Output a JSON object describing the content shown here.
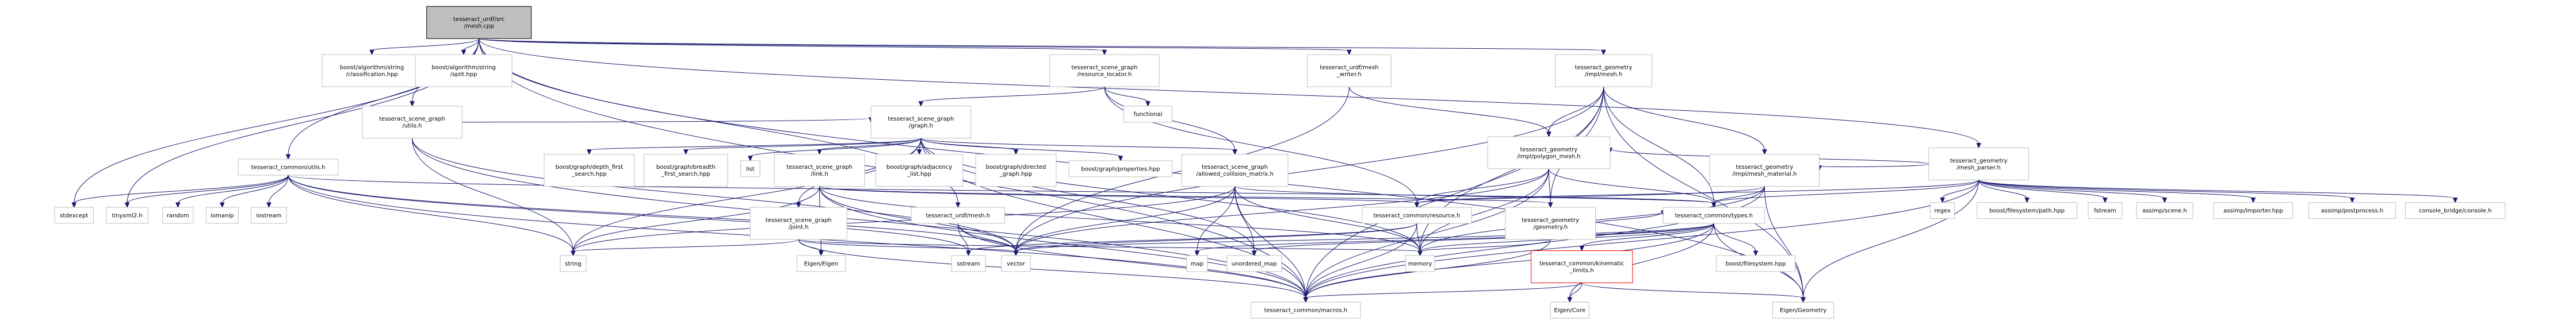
{
  "colors": {
    "edge": "#191970",
    "node_border": "#bfbfbf",
    "node_fill": "#ffffff",
    "root_fill": "#bfbfbf",
    "root_border": "#000000",
    "highlight_border": "#ff0000"
  },
  "graph": {
    "nodes": [
      {
        "id": "n0",
        "name": "node-mesh-cpp",
        "lines": [
          "tesseract_urdf/src",
          "/mesh.cpp"
        ],
        "style": "root"
      },
      {
        "id": "n1",
        "name": "node-classification-hpp",
        "lines": [
          "boost/algorithm/string",
          "/classification.hpp"
        ],
        "style": "plain"
      },
      {
        "id": "n2",
        "name": "node-split-hpp",
        "lines": [
          "boost/algorithm/string",
          "/split.hpp"
        ],
        "style": "plain"
      },
      {
        "id": "n3",
        "name": "node-resource-locator-h",
        "lines": [
          "tesseract_scene_graph",
          "/resource_locator.h"
        ],
        "style": "plain"
      },
      {
        "id": "n4",
        "name": "node-urdf-mesh-writer-h",
        "lines": [
          "tesseract_urdf/mesh",
          "_writer.h"
        ],
        "style": "plain"
      },
      {
        "id": "n5",
        "name": "node-geometry-mesh-h",
        "lines": [
          "tesseract_geometry",
          "/impl/mesh.h"
        ],
        "style": "plain"
      },
      {
        "id": "n6",
        "name": "node-scene-graph-utils-h",
        "lines": [
          "tesseract_scene_graph",
          "/utils.h"
        ],
        "style": "plain"
      },
      {
        "id": "n7",
        "name": "node-functional",
        "lines": [
          "functional"
        ],
        "style": "plain"
      },
      {
        "id": "n8",
        "name": "node-scene-graph-graph-h",
        "lines": [
          "tesseract_scene_graph",
          "/graph.h"
        ],
        "style": "plain"
      },
      {
        "id": "n9",
        "name": "node-polygon-mesh-h",
        "lines": [
          "tesseract_geometry",
          "/impl/polygon_mesh.h"
        ],
        "style": "plain"
      },
      {
        "id": "n10",
        "name": "node-mesh-parser-h",
        "lines": [
          "tesseract_geometry",
          "/mesh_parser.h"
        ],
        "style": "plain"
      },
      {
        "id": "n11",
        "name": "node-common-utils-h",
        "lines": [
          "tesseract_common/utils.h"
        ],
        "style": "plain"
      },
      {
        "id": "n12",
        "name": "node-depth-first-search-hpp",
        "lines": [
          "boost/graph/depth_first",
          "_search.hpp"
        ],
        "style": "plain"
      },
      {
        "id": "n13",
        "name": "node-breadth-first-search-hpp",
        "lines": [
          "boost/graph/breadth",
          "_first_search.hpp"
        ],
        "style": "plain"
      },
      {
        "id": "n14",
        "name": "node-list",
        "lines": [
          "list"
        ],
        "style": "plain"
      },
      {
        "id": "n15",
        "name": "node-scene-graph-link-h",
        "lines": [
          "tesseract_scene_graph",
          "/link.h"
        ],
        "style": "plain"
      },
      {
        "id": "n16",
        "name": "node-adjacency-list-hpp",
        "lines": [
          "boost/graph/adjacency",
          "_list.hpp"
        ],
        "style": "plain"
      },
      {
        "id": "n17",
        "name": "node-directed-graph-hpp",
        "lines": [
          "boost/graph/directed",
          "_graph.hpp"
        ],
        "style": "plain"
      },
      {
        "id": "n18",
        "name": "node-properties-hpp",
        "lines": [
          "boost/graph/properties.hpp"
        ],
        "style": "plain"
      },
      {
        "id": "n19",
        "name": "node-allowed-collision-matrix-h",
        "lines": [
          "tesseract_scene_graph",
          "/allowed_collision_matrix.h"
        ],
        "style": "plain"
      },
      {
        "id": "n20",
        "name": "node-mesh-material-h",
        "lines": [
          "tesseract_geometry",
          "/impl/mesh_material.h"
        ],
        "style": "plain"
      },
      {
        "id": "n21",
        "name": "node-regex",
        "lines": [
          "regex"
        ],
        "style": "plain"
      },
      {
        "id": "n22",
        "name": "node-filesystem-path-hpp",
        "lines": [
          "boost/filesystem/path.hpp"
        ],
        "style": "plain"
      },
      {
        "id": "n23",
        "name": "node-fstream",
        "lines": [
          "fstream"
        ],
        "style": "plain"
      },
      {
        "id": "n24",
        "name": "node-assimp-scene-h",
        "lines": [
          "assimp/scene.h"
        ],
        "style": "plain"
      },
      {
        "id": "n25",
        "name": "node-assimp-importer-hpp",
        "lines": [
          "assimp/Importer.hpp"
        ],
        "style": "plain"
      },
      {
        "id": "n26",
        "name": "node-assimp-postprocess-h",
        "lines": [
          "assimp/postprocess.h"
        ],
        "style": "plain"
      },
      {
        "id": "n27",
        "name": "node-console-bridge-h",
        "lines": [
          "console_bridge/console.h"
        ],
        "style": "plain"
      },
      {
        "id": "n28",
        "name": "node-stdexcept",
        "lines": [
          "stdexcept"
        ],
        "style": "plain"
      },
      {
        "id": "n29",
        "name": "node-tinyxml2-h",
        "lines": [
          "tinyxml2.h"
        ],
        "style": "plain"
      },
      {
        "id": "n30",
        "name": "node-random",
        "lines": [
          "random"
        ],
        "style": "plain"
      },
      {
        "id": "n31",
        "name": "node-iomanip",
        "lines": [
          "iomanip"
        ],
        "style": "plain"
      },
      {
        "id": "n32",
        "name": "node-iostream",
        "lines": [
          "iostream"
        ],
        "style": "plain"
      },
      {
        "id": "n33",
        "name": "node-scene-graph-joint-h",
        "lines": [
          "tesseract_scene_graph",
          "/joint.h"
        ],
        "style": "plain"
      },
      {
        "id": "n34",
        "name": "node-urdf-mesh-h",
        "lines": [
          "tesseract_urdf/mesh.h"
        ],
        "style": "plain"
      },
      {
        "id": "n35",
        "name": "node-common-resource-h",
        "lines": [
          "tesseract_common/resource.h"
        ],
        "style": "plain"
      },
      {
        "id": "n36",
        "name": "node-geometry-geometry-h",
        "lines": [
          "tesseract_geometry",
          "/geometry.h"
        ],
        "style": "plain"
      },
      {
        "id": "n37",
        "name": "node-common-types-h",
        "lines": [
          "tesseract_common/types.h"
        ],
        "style": "plain"
      },
      {
        "id": "n38",
        "name": "node-string",
        "lines": [
          "string"
        ],
        "style": "plain"
      },
      {
        "id": "n39",
        "name": "node-eigen-eigen",
        "lines": [
          "Eigen/Eigen"
        ],
        "style": "plain"
      },
      {
        "id": "n40",
        "name": "node-sstream",
        "lines": [
          "sstream"
        ],
        "style": "plain"
      },
      {
        "id": "n41",
        "name": "node-vector",
        "lines": [
          "vector"
        ],
        "style": "plain"
      },
      {
        "id": "n42",
        "name": "node-map",
        "lines": [
          "map"
        ],
        "style": "plain"
      },
      {
        "id": "n43",
        "name": "node-unordered-map",
        "lines": [
          "unordered_map"
        ],
        "style": "plain"
      },
      {
        "id": "n44",
        "name": "node-memory",
        "lines": [
          "memory"
        ],
        "style": "plain"
      },
      {
        "id": "n45",
        "name": "node-kinematic-limits-h",
        "lines": [
          "tesseract_common/kinematic",
          "_limits.h"
        ],
        "style": "highlight"
      },
      {
        "id": "n46",
        "name": "node-filesystem-hpp",
        "lines": [
          "boost/filesystem.hpp"
        ],
        "style": "plain"
      },
      {
        "id": "n47",
        "name": "node-common-macros-h",
        "lines": [
          "tesseract_common/macros.h"
        ],
        "style": "plain"
      },
      {
        "id": "n48",
        "name": "node-eigen-geometry",
        "lines": [
          "Eigen/Geometry"
        ],
        "style": "plain"
      },
      {
        "id": "n49",
        "name": "node-eigen-core",
        "lines": [
          "Eigen/Core"
        ],
        "style": "plain"
      }
    ],
    "edges": [
      [
        "n0",
        "n1"
      ],
      [
        "n0",
        "n2"
      ],
      [
        "n0",
        "n3"
      ],
      [
        "n0",
        "n4"
      ],
      [
        "n0",
        "n5"
      ],
      [
        "n0",
        "n6"
      ],
      [
        "n0",
        "n10"
      ],
      [
        "n0",
        "n11"
      ],
      [
        "n0",
        "n28"
      ],
      [
        "n0",
        "n29"
      ],
      [
        "n0",
        "n34"
      ],
      [
        "n0",
        "n47"
      ],
      [
        "n0",
        "n48"
      ],
      [
        "n3",
        "n7"
      ],
      [
        "n3",
        "n8"
      ],
      [
        "n3",
        "n19"
      ],
      [
        "n3",
        "n35"
      ],
      [
        "n4",
        "n9"
      ],
      [
        "n4",
        "n41"
      ],
      [
        "n5",
        "n9"
      ],
      [
        "n5",
        "n20"
      ],
      [
        "n5",
        "n36"
      ],
      [
        "n5",
        "n37"
      ],
      [
        "n5",
        "n44"
      ],
      [
        "n5",
        "n47"
      ],
      [
        "n5",
        "n48"
      ],
      [
        "n5",
        "n41"
      ],
      [
        "n6",
        "n8"
      ],
      [
        "n6",
        "n38"
      ],
      [
        "n6",
        "n47"
      ],
      [
        "n6",
        "n41"
      ],
      [
        "n8",
        "n12"
      ],
      [
        "n8",
        "n13"
      ],
      [
        "n8",
        "n14"
      ],
      [
        "n8",
        "n15"
      ],
      [
        "n8",
        "n16"
      ],
      [
        "n8",
        "n17"
      ],
      [
        "n8",
        "n18"
      ],
      [
        "n8",
        "n19"
      ],
      [
        "n8",
        "n33"
      ],
      [
        "n8",
        "n38"
      ],
      [
        "n8",
        "n43"
      ],
      [
        "n8",
        "n44"
      ],
      [
        "n8",
        "n47"
      ],
      [
        "n9",
        "n35"
      ],
      [
        "n9",
        "n36"
      ],
      [
        "n9",
        "n37"
      ],
      [
        "n9",
        "n44"
      ],
      [
        "n9",
        "n47"
      ],
      [
        "n9",
        "n41"
      ],
      [
        "n10",
        "n9"
      ],
      [
        "n10",
        "n20"
      ],
      [
        "n10",
        "n21"
      ],
      [
        "n10",
        "n22"
      ],
      [
        "n10",
        "n23"
      ],
      [
        "n10",
        "n24"
      ],
      [
        "n10",
        "n25"
      ],
      [
        "n10",
        "n26"
      ],
      [
        "n10",
        "n27"
      ],
      [
        "n10",
        "n35"
      ],
      [
        "n10",
        "n37"
      ],
      [
        "n10",
        "n47"
      ],
      [
        "n10",
        "n48"
      ],
      [
        "n11",
        "n28"
      ],
      [
        "n11",
        "n29"
      ],
      [
        "n11",
        "n30"
      ],
      [
        "n11",
        "n31"
      ],
      [
        "n11",
        "n32"
      ],
      [
        "n11",
        "n37"
      ],
      [
        "n11",
        "n38"
      ],
      [
        "n11",
        "n40"
      ],
      [
        "n11",
        "n41"
      ],
      [
        "n11",
        "n47"
      ],
      [
        "n15",
        "n35"
      ],
      [
        "n15",
        "n36"
      ],
      [
        "n15",
        "n39"
      ],
      [
        "n15",
        "n38"
      ],
      [
        "n15",
        "n41"
      ],
      [
        "n15",
        "n44"
      ],
      [
        "n15",
        "n47"
      ],
      [
        "n19",
        "n37"
      ],
      [
        "n19",
        "n38"
      ],
      [
        "n19",
        "n42"
      ],
      [
        "n19",
        "n43"
      ],
      [
        "n19",
        "n44"
      ],
      [
        "n19",
        "n41"
      ],
      [
        "n19",
        "n47"
      ],
      [
        "n20",
        "n35"
      ],
      [
        "n20",
        "n37"
      ],
      [
        "n20",
        "n44"
      ],
      [
        "n20",
        "n47"
      ],
      [
        "n20",
        "n48"
      ],
      [
        "n33",
        "n38"
      ],
      [
        "n33",
        "n39"
      ],
      [
        "n33",
        "n41"
      ],
      [
        "n33",
        "n44"
      ],
      [
        "n33",
        "n47"
      ],
      [
        "n34",
        "n40"
      ],
      [
        "n34",
        "n41"
      ],
      [
        "n34",
        "n47"
      ],
      [
        "n35",
        "n41"
      ],
      [
        "n35",
        "n40"
      ],
      [
        "n35",
        "n44"
      ],
      [
        "n35",
        "n47"
      ],
      [
        "n36",
        "n37"
      ],
      [
        "n36",
        "n44"
      ],
      [
        "n36",
        "n47"
      ],
      [
        "n37",
        "n41"
      ],
      [
        "n37",
        "n42"
      ],
      [
        "n37",
        "n43"
      ],
      [
        "n37",
        "n44"
      ],
      [
        "n37",
        "n45"
      ],
      [
        "n37",
        "n46"
      ],
      [
        "n37",
        "n47"
      ],
      [
        "n37",
        "n48"
      ],
      [
        "n37",
        "n49"
      ],
      [
        "n45",
        "n48"
      ],
      [
        "n45",
        "n49"
      ],
      [
        "n45",
        "n47"
      ]
    ]
  }
}
